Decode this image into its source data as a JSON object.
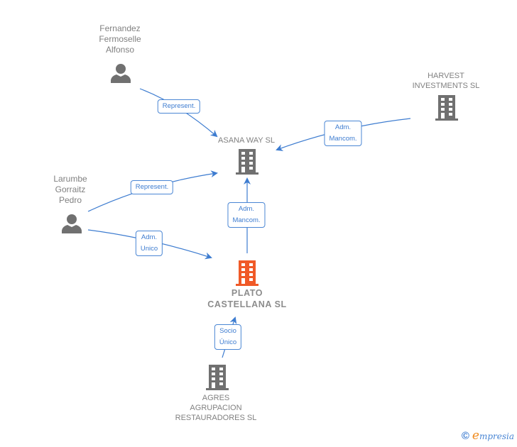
{
  "colors": {
    "edge": "#3d7cd0",
    "icon_gray": "#707070",
    "icon_focus": "#f05a28",
    "label_gray": "#808080"
  },
  "nodes": {
    "fernandez": {
      "type": "person",
      "label_lines": [
        "Fernandez",
        "Fermoselle",
        "Alfonso"
      ],
      "icon": "person-icon"
    },
    "larumbe": {
      "type": "person",
      "label_lines": [
        "Larumbe",
        "Gorraitz",
        "Pedro"
      ],
      "icon": "person-icon"
    },
    "asana": {
      "type": "company",
      "label_lines": [
        "ASANA WAY SL"
      ],
      "icon": "building-icon"
    },
    "harvest": {
      "type": "company",
      "label_lines": [
        "HARVEST",
        "INVESTMENTS SL"
      ],
      "icon": "building-icon"
    },
    "plato": {
      "type": "company-focus",
      "label_lines": [
        "PLATO",
        "CASTELLANA SL"
      ],
      "icon": "building-icon"
    },
    "agres": {
      "type": "company",
      "label_lines": [
        "AGRES",
        "AGRUPACION",
        "RESTAURADORES SL"
      ],
      "icon": "building-icon"
    }
  },
  "edges": [
    {
      "from": "fernandez",
      "to": "asana",
      "label_lines": [
        "Represent."
      ]
    },
    {
      "from": "harvest",
      "to": "asana",
      "label_lines": [
        "Adm.",
        "Mancom."
      ]
    },
    {
      "from": "larumbe",
      "to": "asana",
      "label_lines": [
        "Represent."
      ]
    },
    {
      "from": "larumbe",
      "to": "plato",
      "label_lines": [
        "Adm.",
        "Unico"
      ]
    },
    {
      "from": "plato",
      "to": "asana",
      "label_lines": [
        "Adm.",
        "Mancom."
      ]
    },
    {
      "from": "agres",
      "to": "plato",
      "label_lines": [
        "Socio",
        "Único"
      ]
    }
  ],
  "footer": {
    "copyright": "©",
    "brand_initial": "e",
    "brand_rest": "mpresia"
  }
}
